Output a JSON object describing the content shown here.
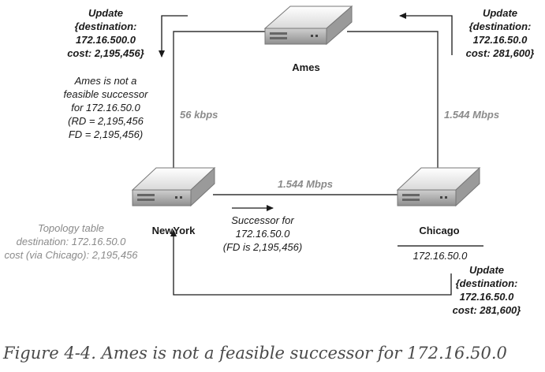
{
  "nodes": {
    "ames": "Ames",
    "newyork": "NewYork",
    "chicago": "Chicago"
  },
  "links": {
    "ames_newyork": "56 kbps",
    "ames_chicago": "1.544 Mbps",
    "newyork_chicago": "1.544 Mbps"
  },
  "update_to_newyork": [
    "Update",
    "{destination:",
    "172.16.500.0",
    "cost: 2,195,456}"
  ],
  "update_to_ames": [
    "Update",
    "{destination:",
    "172.16.50.0",
    "cost: 281,600}"
  ],
  "update_from_chicago": [
    "Update",
    "{destination:",
    "172.16.50.0",
    "cost: 281,600}"
  ],
  "not_feasible_note": [
    "Ames is not a",
    "feasible successor",
    "for 172.16.50.0",
    "(RD = 2,195,456",
    "FD = 2,195,456)"
  ],
  "topology_table": [
    "Topology table",
    "destination: 172.16.50.0",
    "cost (via Chicago): 2,195,456"
  ],
  "successor_note": [
    "Successor for",
    "172.16.50.0",
    "(FD is 2,195,456)"
  ],
  "chicago_network": "172.16.50.0",
  "caption": "Figure 4-4. Ames is not a feasible successor for 172.16.50.0"
}
